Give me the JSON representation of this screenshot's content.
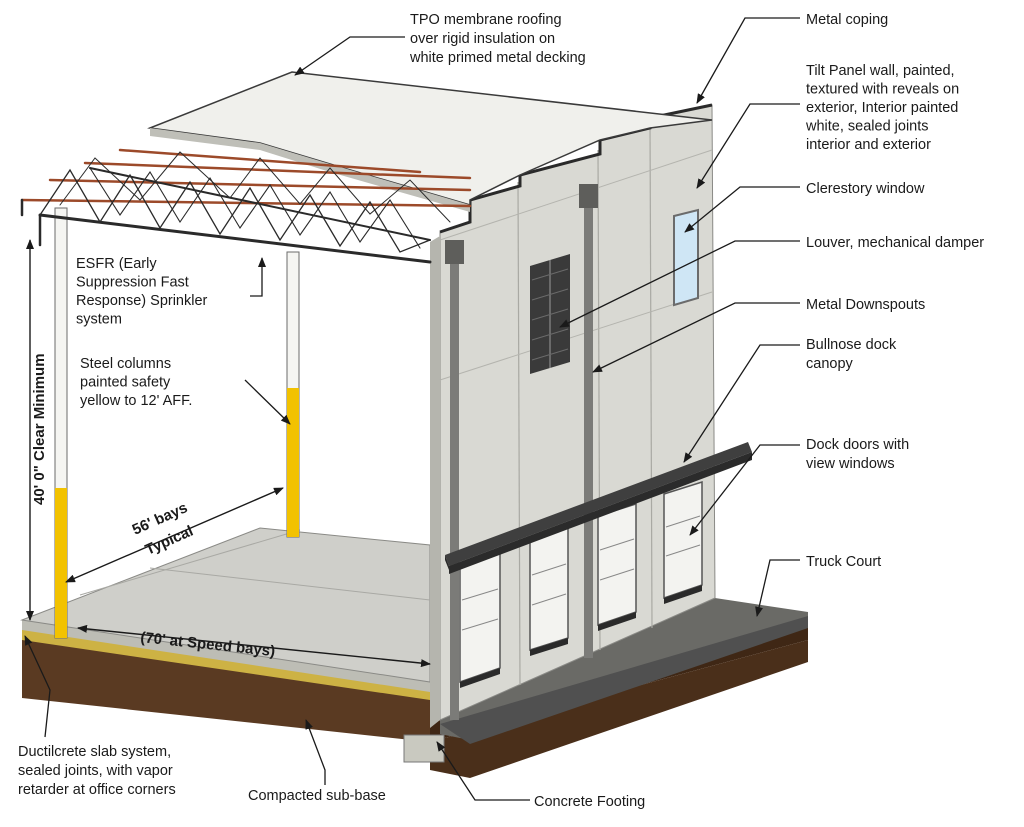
{
  "labels": {
    "tpo": [
      "TPO membrane roofing",
      "over rigid insulation on",
      "white primed metal decking"
    ],
    "coping": [
      "Metal coping"
    ],
    "tilt_panel": [
      "Tilt Panel wall, painted,",
      "textured with reveals on",
      "exterior, Interior painted",
      "white, sealed joints",
      "interior and exterior"
    ],
    "clerestory": [
      "Clerestory window"
    ],
    "louver": [
      "Louver, mechanical damper"
    ],
    "downspouts": [
      "Metal Downspouts"
    ],
    "canopy": [
      "Bullnose dock",
      "canopy"
    ],
    "dock_doors": [
      "Dock doors with",
      "view windows"
    ],
    "truck_court": [
      "Truck Court"
    ],
    "esfr": [
      "ESFR (Early",
      "Suppression Fast",
      "Response) Sprinkler",
      "system"
    ],
    "columns": [
      "Steel columns",
      "painted safety",
      "yellow to 12' AFF."
    ],
    "slab": [
      "Ductilcrete slab system,",
      "sealed joints, with vapor",
      "retarder at office corners"
    ],
    "subbase": [
      "Compacted sub-base"
    ],
    "footing": [
      "Concrete Footing"
    ]
  },
  "dimensions": {
    "clear_height": "40' 0\" Clear Minimum",
    "bays_line1": "56' bays",
    "bays_line2": "Typical",
    "speed_bays": "(70' at Speed bays)"
  },
  "colors": {
    "ink": "#1a1a1a",
    "panel": "#d9d9d3",
    "panel_shadow": "#c4c4bc",
    "floor": "#cfcfca",
    "soil": "#5a3a22",
    "soil_dark": "#3f2715",
    "safety_yellow": "#f2c200",
    "roof_top": "#f0f0ec",
    "joist_red": "#9c4a2a",
    "window_blue": "#cfe6f5",
    "canopy": "#3f3f3f"
  }
}
